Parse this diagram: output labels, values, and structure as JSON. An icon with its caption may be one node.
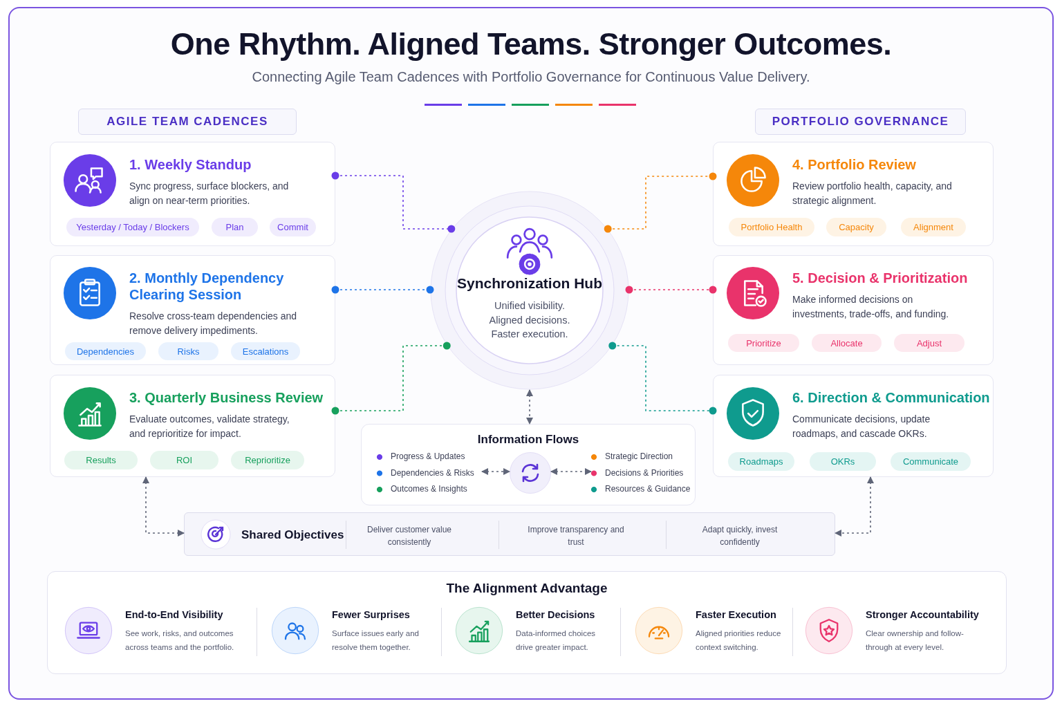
{
  "diagram": {
    "title": "One Rhythm. Aligned Teams. Stronger Outcomes.",
    "nodes": [
      {
        "text": [
          "AGILE TEAM CADENCES"
        ]
      },
      {
        "text": [
          "PORTFOLIO GOVERNANCE"
        ]
      },
      {
        "text": [
          "1. Weekly Standup",
          "Sync progress, surface blockers, and align on near-term priorities."
        ]
      },
      {
        "text": [
          "Yesterday / Today / Blockers"
        ],
        "in": 2
      },
      {
        "text": [
          "Plan"
        ],
        "in": 2
      },
      {
        "text": [
          "Commit"
        ],
        "in": 2
      },
      {
        "text": [
          "4. Portfolio Review",
          "Review portfolio health, capacity, and strategic alignment."
        ]
      },
      {
        "text": [
          "Portfolio Health"
        ],
        "in": 6
      },
      {
        "text": [
          "Capacity"
        ],
        "in": 6
      },
      {
        "text": [
          "Alignment"
        ],
        "in": 6
      },
      {
        "text": [
          "Synchronization Hub",
          "Unified visibility. Aligned decisions. Faster execution."
        ]
      },
      {
        "text": [
          "2. Monthly Dependency Clearing Session",
          "Resolve cross-team dependencies and remove delivery impediments."
        ]
      },
      {
        "text": [
          "Dependencies"
        ],
        "in": 11
      },
      {
        "text": [
          "Risks"
        ],
        "in": 11
      },
      {
        "text": [
          "Escalations"
        ],
        "in": 11
      },
      {
        "text": [
          "5. Decision & Prioritization",
          "Make informed decisions on investments, trade-offs, and funding."
        ]
      },
      {
        "text": [
          "Prioritize"
        ],
        "in": 15
      },
      {
        "text": [
          "Allocate"
        ],
        "in": 15
      },
      {
        "text": [
          "Adjust"
        ],
        "in": 15
      },
      {
        "text": [
          "3. Quarterly Business Review",
          "Evaluate outcomes, validate strategy, and reprioritize for impact."
        ]
      },
      {
        "text": [
          "Results"
        ],
        "in": 19
      },
      {
        "text": [
          "ROI"
        ],
        "in": 19
      },
      {
        "text": [
          "Reprioritize"
        ],
        "in": 19
      },
      {
        "text": [
          "6. Direction & Communication",
          "Communicate decisions, update roadmaps, and cascade OKRs."
        ]
      },
      {
        "text": [
          "Roadmaps"
        ],
        "in": 23
      },
      {
        "text": [
          "OKRs"
        ],
        "in": 23
      },
      {
        "text": [
          "Communicate"
        ],
        "in": 23
      },
      {
        "text": [
          "Information Flows"
        ]
      },
      {
        "text": [
          "Progress & Updates",
          "Dependencies & Risks",
          "Outcomes & Insights"
        ],
        "in": 27
      },
      {
        "text": [],
        "shape": "circle",
        "in": 27
      },
      {
        "text": [
          "Strategic Direction",
          "Decisions & Priorities",
          "Resources & Guidance"
        ],
        "in": 27
      },
      {
        "text": [
          "Shared Objectives",
          "Deliver customer value consistently",
          "Improve transparency and trust",
          "Adapt quickly, invest confidently"
        ]
      },
      {
        "text": [
          "The Alignment Advantage"
        ]
      },
      {
        "text": [
          "End-to-End Visibility",
          "See work, risks, and outcomes across teams and the portfolio."
        ],
        "in": 32
      },
      {
        "text": [
          "Fewer Surprises",
          "Surface issues early and resolve them together."
        ],
        "in": 32
      },
      {
        "text": [
          "Better Decisions",
          "Data-informed choices drive greater impact."
        ],
        "in": 32
      },
      {
        "text": [
          "Faster Execution",
          "Aligned priorities reduce context switching."
        ],
        "in": 32
      },
      {
        "text": [
          "Stronger Accountability",
          "Clear ownership and follow-through at every level."
        ],
        "in": 32
      }
    ],
    "edges": [
      {
        "from": 2,
        "to": 10,
        "arrow": "other",
        "style": "dashed",
        "color": "#6a3de8"
      },
      {
        "from": 11,
        "to": 10,
        "arrow": "other",
        "style": "dashed",
        "color": "#1e74e8"
      },
      {
        "from": 19,
        "to": 10,
        "arrow": "other",
        "style": "dashed",
        "color": "#17a05d"
      },
      {
        "from": 10,
        "to": 6,
        "arrow": "other",
        "style": "dashed",
        "color": "#f5870a"
      },
      {
        "from": 10,
        "to": 15,
        "arrow": "other",
        "style": "dashed",
        "color": "#e9336b"
      },
      {
        "from": 10,
        "to": 23,
        "arrow": "other",
        "style": "dashed",
        "color": "#0f9b8e"
      },
      {
        "from": 10,
        "to": 27,
        "arrow": "both",
        "style": "dashed"
      },
      {
        "from": 19,
        "to": 31,
        "arrow": "both",
        "style": "dashed"
      },
      {
        "from": 23,
        "to": 31,
        "arrow": "both",
        "style": "dashed"
      },
      {
        "from": 28,
        "to": 29,
        "arrow": "both",
        "style": "dashed"
      },
      {
        "from": 29,
        "to": 30,
        "arrow": "both",
        "style": "dashed"
      }
    ],
    "labels": [
      "Connecting Agile Team Cadences with Portfolio Governance for Continuous Value Delivery."
    ]
  }
}
